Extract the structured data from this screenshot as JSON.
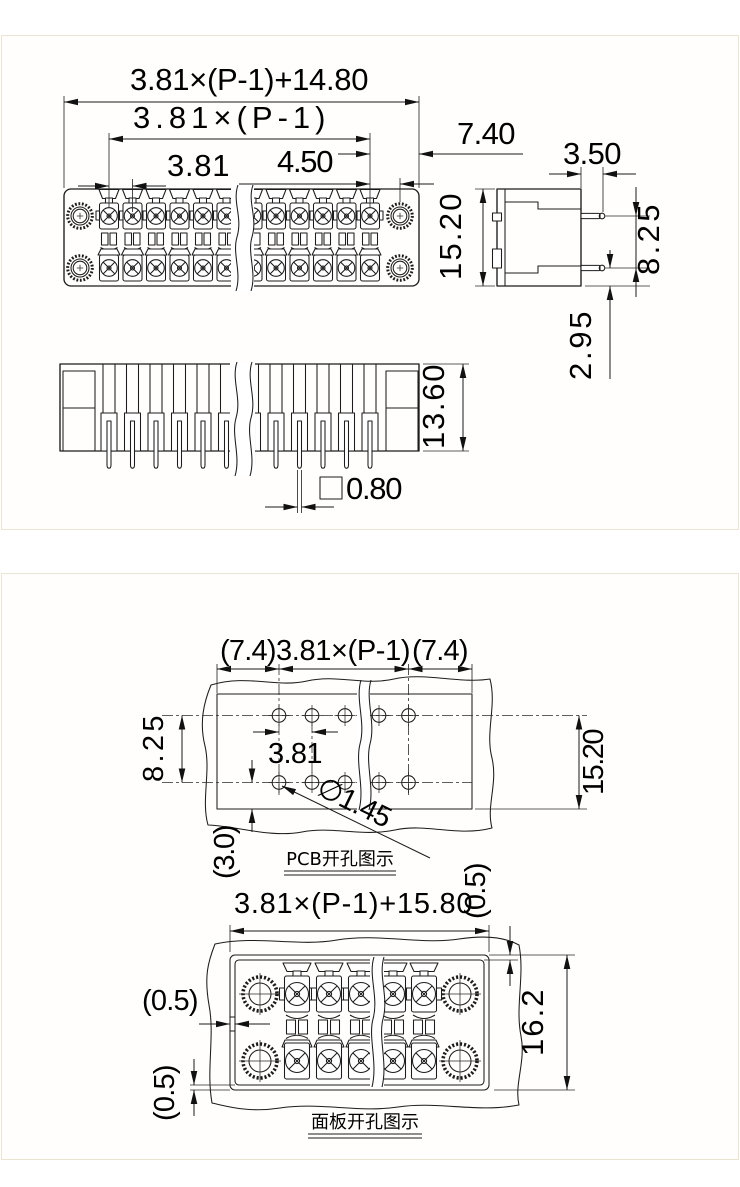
{
  "page": {
    "background": "#ffffff",
    "panel_border_color": "#ece4d2",
    "line_color": "#1c1c1c"
  },
  "top_drawing": {
    "front_view": {
      "dim_overall_width": "3.81×(P-1)+14.80",
      "dim_pin_span": "3.81×(P-1)",
      "dim_pitch": "3.81",
      "dim_last_pin_to_hole": "4.50",
      "dim_pin_to_edge": "7.40",
      "dim_body_height": "15.20"
    },
    "side_view": {
      "dim_top_width": "3.50",
      "dim_pin_row_spacing": "8.25",
      "dim_pin_to_bottom": "2.95"
    },
    "bottom_view": {
      "dim_body_height": "13.60",
      "dim_pin_square": "0.80"
    }
  },
  "bottom_drawing": {
    "pcb_view": {
      "dim_left_margin": "(7.4)",
      "dim_pin_span": "3.81×(P-1)",
      "dim_right_margin": "(7.4)",
      "dim_row_spacing": "8.25",
      "dim_pitch": "3.81",
      "dim_height": "15.20",
      "dim_hole_diameter": "∅1.45",
      "dim_edge_offset": "(3.0)",
      "caption": "PCB开孔图示"
    },
    "panel_cutout_view": {
      "dim_width": "3.81×(P-1)+15.80",
      "dim_gap_top": "(0.5)",
      "dim_gap_left": "(0.5)",
      "dim_gap_bottom": "(0.5)",
      "dim_height": "16.2",
      "caption": "面板开孔图示"
    }
  }
}
